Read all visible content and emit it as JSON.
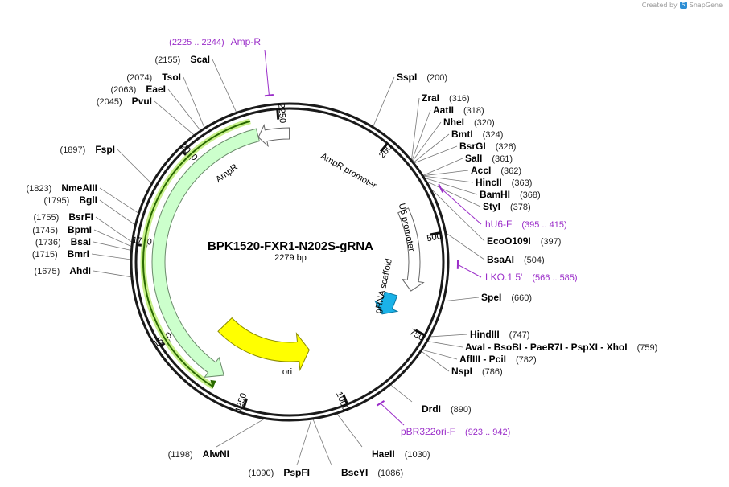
{
  "credit": {
    "created_by": "Created by",
    "brand": "SnapGene",
    "logo_icon": "snapgene-logo-icon"
  },
  "plasmid": {
    "name": "BPK1520-FXR1-N202S-gRNA",
    "size_label": "2279 bp",
    "length": 2279
  },
  "ticks": [
    {
      "bp": 250,
      "label": "250"
    },
    {
      "bp": 500,
      "label": "500"
    },
    {
      "bp": 750,
      "label": "750"
    },
    {
      "bp": 1000,
      "label": "1000"
    },
    {
      "bp": 1250,
      "label": "1250"
    },
    {
      "bp": 1500,
      "label": "1500"
    },
    {
      "bp": 1750,
      "label": "1750"
    },
    {
      "bp": 2000,
      "label": "2000"
    },
    {
      "bp": 2250,
      "label": "2250"
    }
  ],
  "enzymes": [
    {
      "name": "SspI",
      "pos_label": "(200)",
      "bp": 200,
      "side": "right"
    },
    {
      "name": "ZraI",
      "pos_label": "(316)",
      "bp": 316,
      "side": "right"
    },
    {
      "name": "AatII",
      "pos_label": "(318)",
      "bp": 318,
      "side": "right"
    },
    {
      "name": "NheI",
      "pos_label": "(320)",
      "bp": 320,
      "side": "right"
    },
    {
      "name": "BmtI",
      "pos_label": "(324)",
      "bp": 324,
      "side": "right"
    },
    {
      "name": "BsrGI",
      "pos_label": "(326)",
      "bp": 326,
      "side": "right"
    },
    {
      "name": "SalI",
      "pos_label": "(361)",
      "bp": 361,
      "side": "right"
    },
    {
      "name": "AccI",
      "pos_label": "(362)",
      "bp": 362,
      "side": "right"
    },
    {
      "name": "HincII",
      "pos_label": "(363)",
      "bp": 363,
      "side": "right"
    },
    {
      "name": "BamHI",
      "pos_label": "(368)",
      "bp": 368,
      "side": "right"
    },
    {
      "name": "StyI",
      "pos_label": "(378)",
      "bp": 378,
      "side": "right"
    },
    {
      "name": "EcoO109I",
      "pos_label": "(397)",
      "bp": 397,
      "side": "right"
    },
    {
      "name": "BsaAI",
      "pos_label": "(504)",
      "bp": 504,
      "side": "right"
    },
    {
      "name": "SpeI",
      "pos_label": "(660)",
      "bp": 660,
      "side": "right"
    },
    {
      "name": "HindIII",
      "pos_label": "(747)",
      "bp": 747,
      "side": "right"
    },
    {
      "name": "AvaI - BsoBI - PaeR7I - PspXI - XhoI",
      "pos_label": "(759)",
      "bp": 759,
      "side": "right"
    },
    {
      "name": "AflIII - PciI",
      "pos_label": "(782)",
      "bp": 782,
      "side": "right"
    },
    {
      "name": "NspI",
      "pos_label": "(786)",
      "bp": 786,
      "side": "right"
    },
    {
      "name": "DrdI",
      "pos_label": "(890)",
      "bp": 890,
      "side": "right"
    },
    {
      "name": "HaeII",
      "pos_label": "(1030)",
      "bp": 1030,
      "side": "right"
    },
    {
      "name": "BseYI",
      "pos_label": "(1086)",
      "bp": 1086,
      "side": "right"
    },
    {
      "name": "PspFI",
      "pos_label": "(1090)",
      "bp": 1090,
      "side": "left"
    },
    {
      "name": "AlwNI",
      "pos_label": "(1198)",
      "bp": 1198,
      "side": "left"
    },
    {
      "name": "AhdI",
      "pos_label": "(1675)",
      "bp": 1675,
      "side": "left"
    },
    {
      "name": "BmrI",
      "pos_label": "(1715)",
      "bp": 1715,
      "side": "left"
    },
    {
      "name": "BsaI",
      "pos_label": "(1736)",
      "bp": 1736,
      "side": "left"
    },
    {
      "name": "BpmI",
      "pos_label": "(1745)",
      "bp": 1745,
      "side": "left"
    },
    {
      "name": "BsrFI",
      "pos_label": "(1755)",
      "bp": 1755,
      "side": "left"
    },
    {
      "name": "BglI",
      "pos_label": "(1795)",
      "bp": 1795,
      "side": "left"
    },
    {
      "name": "NmeAIII",
      "pos_label": "(1823)",
      "bp": 1823,
      "side": "left"
    },
    {
      "name": "FspI",
      "pos_label": "(1897)",
      "bp": 1897,
      "side": "left"
    },
    {
      "name": "PvuI",
      "pos_label": "(2045)",
      "bp": 2045,
      "side": "left"
    },
    {
      "name": "EaeI",
      "pos_label": "(2063)",
      "bp": 2063,
      "side": "left"
    },
    {
      "name": "TsoI",
      "pos_label": "(2074)",
      "bp": 2074,
      "side": "left"
    },
    {
      "name": "ScaI",
      "pos_label": "(2155)",
      "bp": 2155,
      "side": "left"
    }
  ],
  "primers": [
    {
      "name": "Amp-R",
      "pos_label": "(2225 .. 2244)",
      "start": 2225,
      "end": 2244
    },
    {
      "name": "hU6-F",
      "pos_label": "(395 .. 415)",
      "start": 395,
      "end": 415
    },
    {
      "name": "LKO.1 5'",
      "pos_label": "(566 .. 585)",
      "start": 566,
      "end": 585
    },
    {
      "name": "pBR322ori-F",
      "pos_label": "(923 .. 942)",
      "start": 923,
      "end": 942
    }
  ],
  "features": [
    {
      "name": "AmpR",
      "start": 1330,
      "end": 2190,
      "direction": "ccw",
      "color": "#ccffcc",
      "edge": "#6a8a6a"
    },
    {
      "name": "AmpR promoter",
      "start": 2190,
      "end": 2278,
      "direction": "ccw",
      "color": "#ffffff",
      "edge": "#666666"
    },
    {
      "name": "U6 promoter",
      "start": 415,
      "end": 655,
      "direction": "cw",
      "color": "#ffffff",
      "edge": "#666666"
    },
    {
      "name": "gRNA scaffold",
      "start": 680,
      "end": 756,
      "direction": "cw",
      "color": "#1ab2e8",
      "edge": "#0a76a0"
    },
    {
      "name": "ori",
      "start": 1060,
      "end": 1430,
      "direction": "ccw",
      "color": "#ffff00",
      "edge": "#8a8a00"
    }
  ],
  "colors": {
    "backbone": "#1a1a1a",
    "primer": "#9b2ec9",
    "ampr_highlight": "#c8f08a",
    "ampr_line": "#2a6a00"
  }
}
